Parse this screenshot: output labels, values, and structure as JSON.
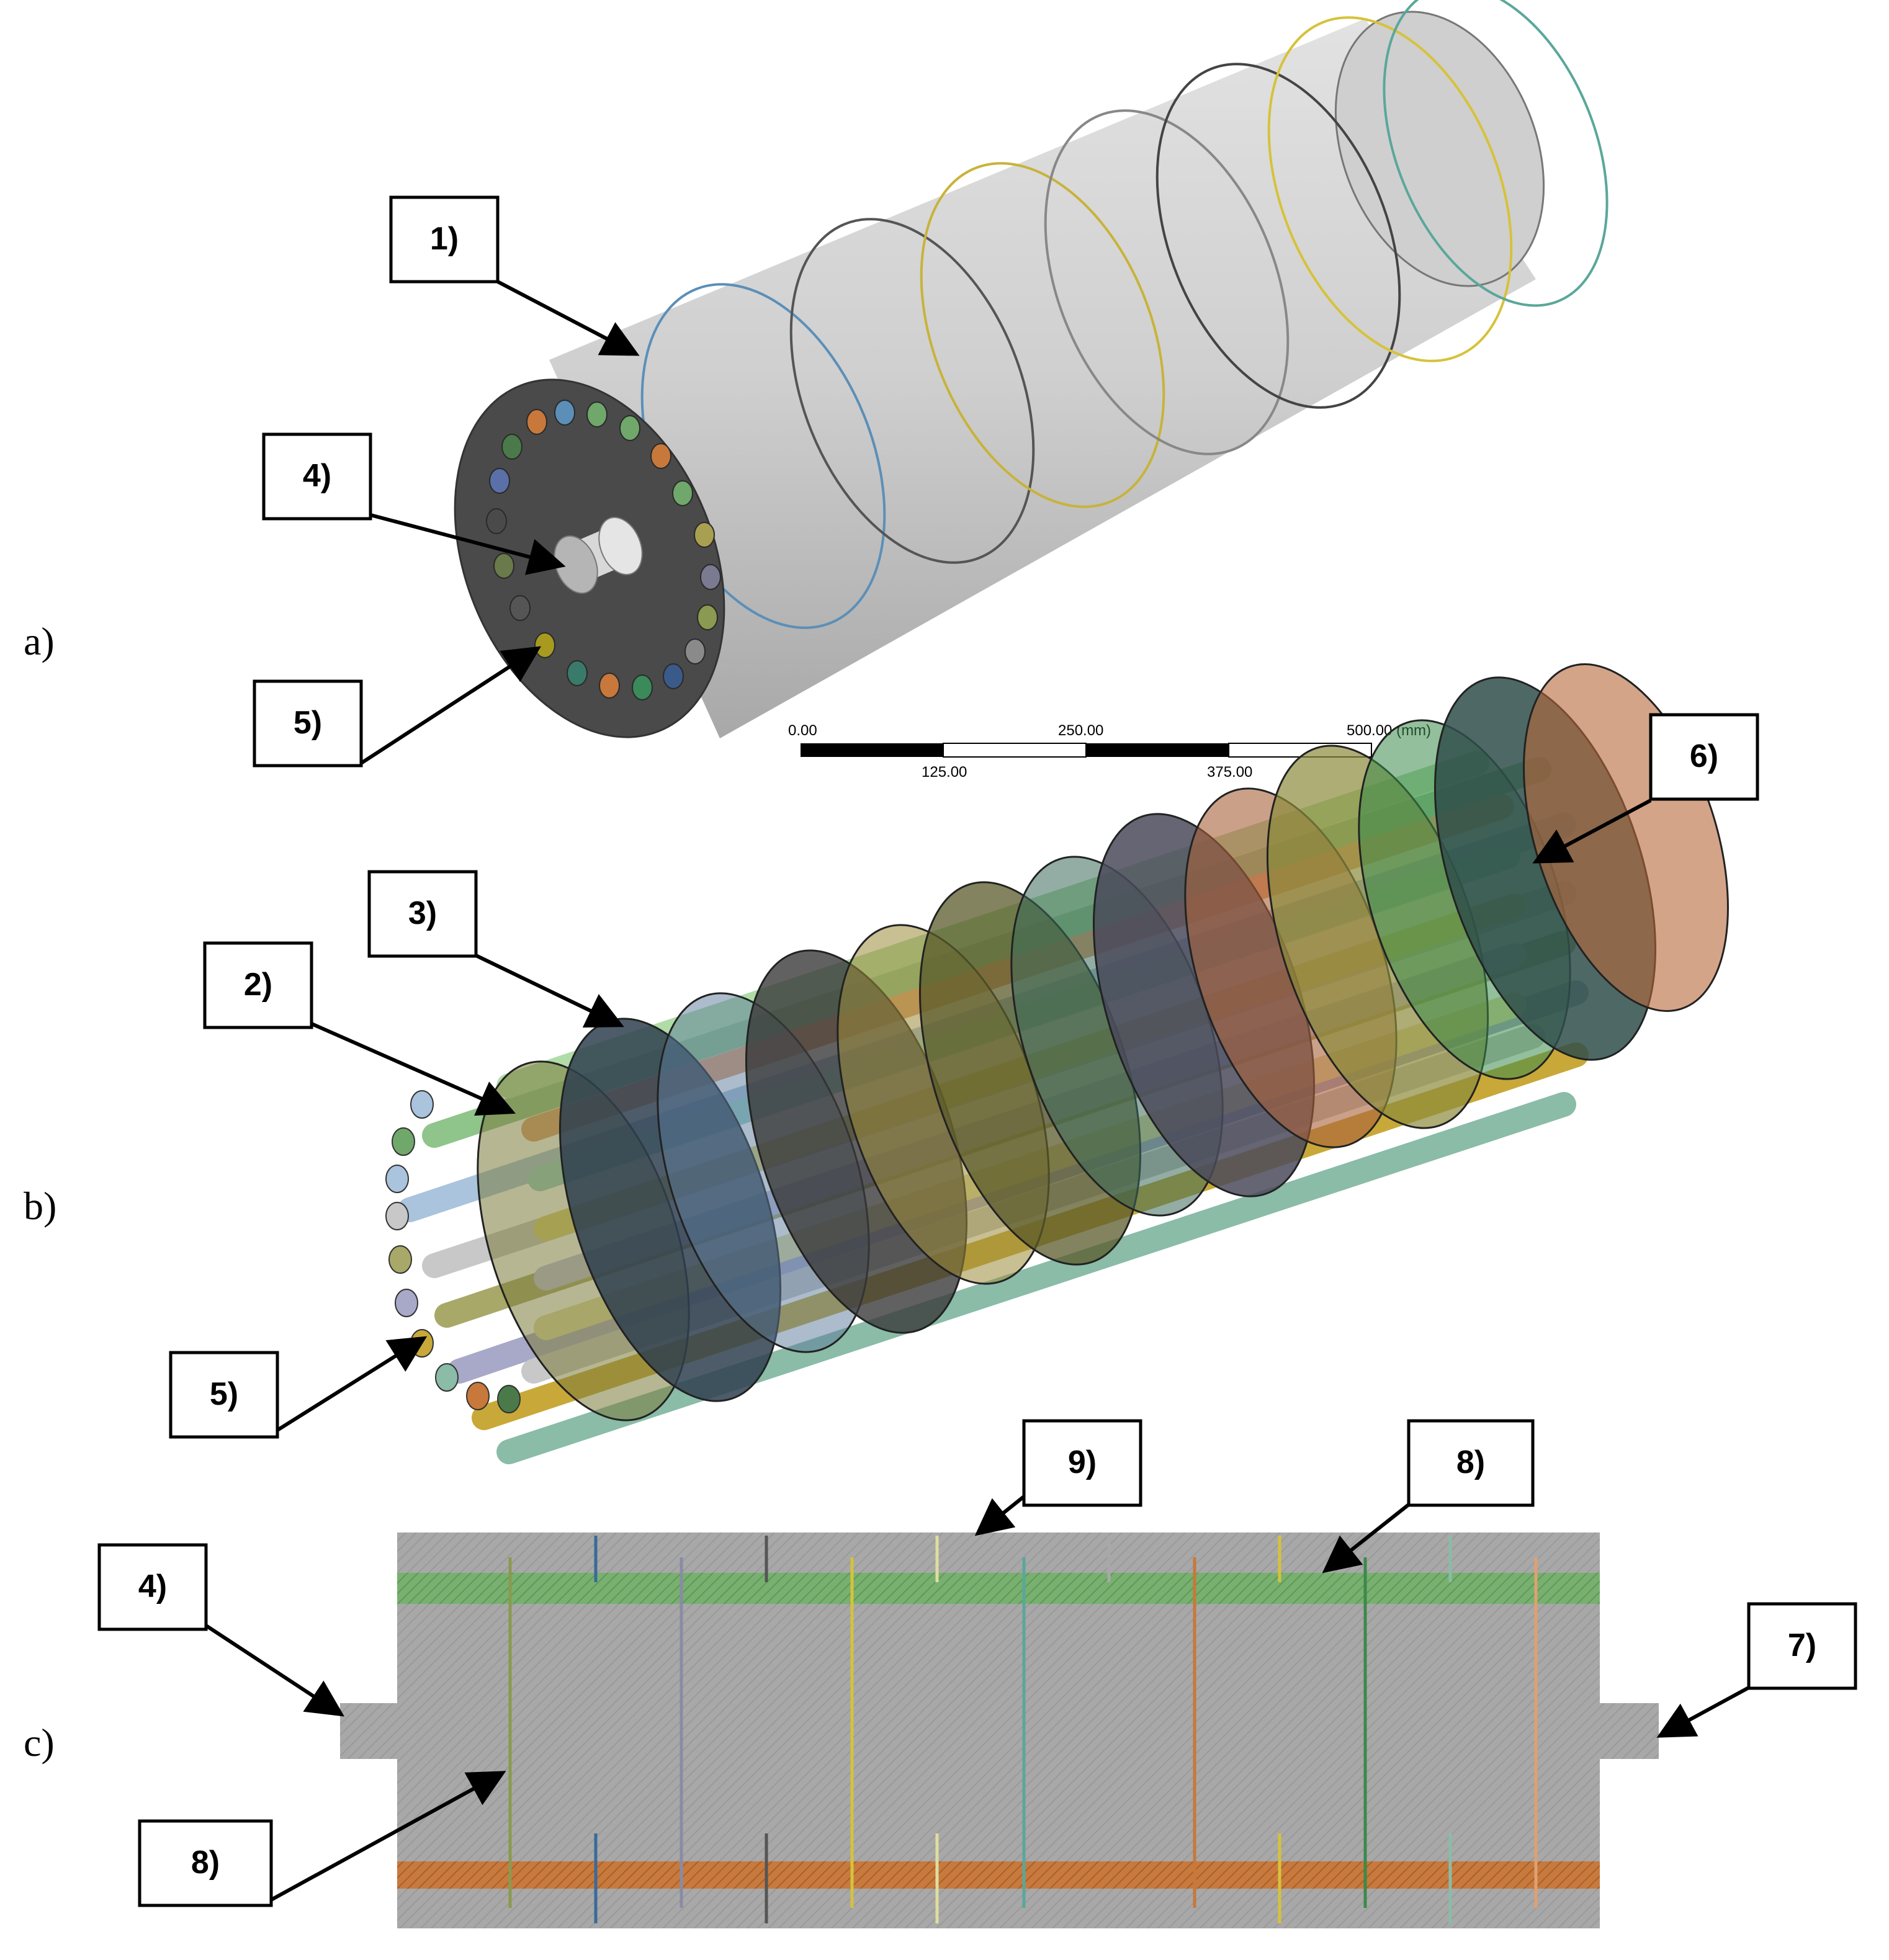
{
  "panels": {
    "a": "a)",
    "b": "b)",
    "c": "c)"
  },
  "callouts": {
    "a1": "1)",
    "a4": "4)",
    "a5": "5)",
    "b2": "2)",
    "b3": "3)",
    "b5": "5)",
    "b6": "6)",
    "c4": "4)",
    "c7": "7)",
    "c8_top": "8)",
    "c8_bottom": "8)",
    "c9": "9)"
  },
  "scale_bar": {
    "top_labels": [
      "0.00",
      "250.00",
      "500.00 (mm)"
    ],
    "bottom_labels": [
      "125.00",
      "375.00"
    ]
  },
  "colors": {
    "body_gray": "#c8c8c8",
    "face_dark": "#4a4a4a",
    "section_gray": "#a9a9a9",
    "rod_green": "#6fa86a",
    "rod_orange": "#c8783a",
    "accent_blue": "#5b8fb8",
    "accent_yellow": "#d6c23a"
  }
}
